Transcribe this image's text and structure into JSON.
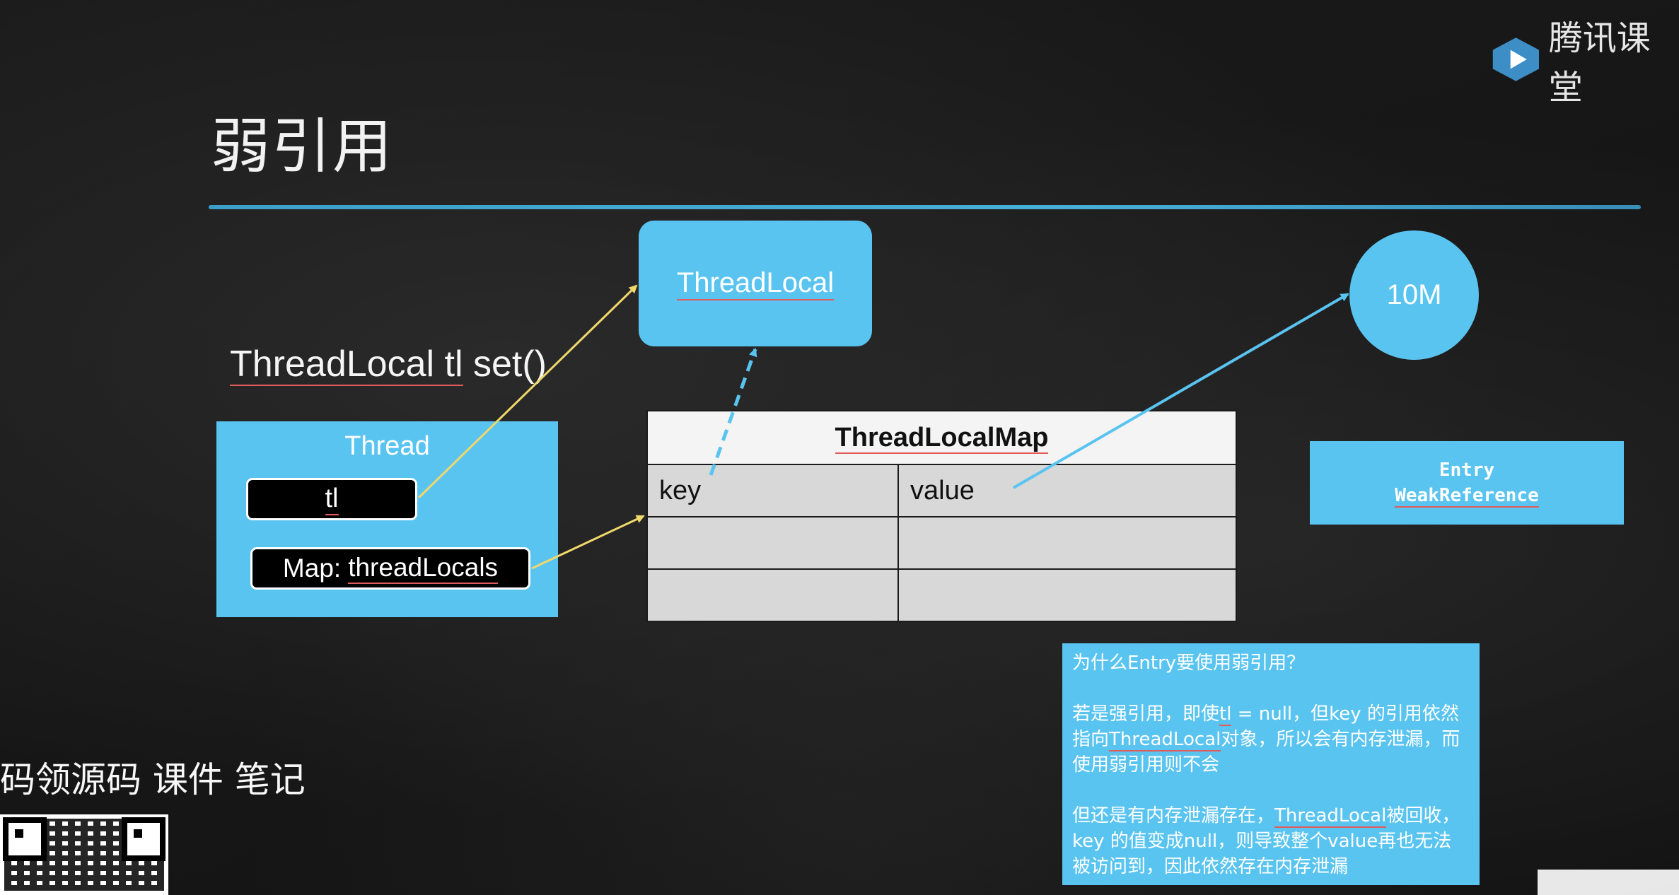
{
  "slide": {
    "title": "弱引用",
    "set_label_pre": "ThreadLocal tl",
    "set_label_post": " set()"
  },
  "brand": {
    "name": "腾讯课堂",
    "icon": "tencent-classroom-logo-icon"
  },
  "diagram": {
    "threadlocal_box": "ThreadLocal",
    "thread_box": {
      "title": "Thread",
      "tl_field": "tl",
      "map_field_label": "Map:",
      "map_field_name": "threadLocals"
    },
    "threadlocalmap": {
      "title": "ThreadLocalMap",
      "columns": [
        "key",
        "value"
      ]
    },
    "value_circle": "10M",
    "entry_box": {
      "line1": "Entry",
      "line2": "WeakReference"
    }
  },
  "note": {
    "question": "为什么Entry要使用弱引用？",
    "para1_a": "若是强引用，即使",
    "para1_tl": "tl",
    "para1_b": " = null，但key 的引用依然指向",
    "para1_tl2": "ThreadLocal",
    "para1_c": "对象，所以会有内存泄漏，而使用弱引用则不会",
    "para2_a": "但还是有内存泄漏存在，",
    "para2_tl": "ThreadLocal",
    "para2_b": "被回收，key 的值变成null，则导致整个value再也无法被访问到，因此依然存在内存泄漏"
  },
  "promo": {
    "text": "码领源码 课件 笔记"
  },
  "colors": {
    "accent_blue": "#5ac4f0",
    "arrow_yellow": "#f0d86a",
    "arrow_blue": "#5ac4f0",
    "rule_blue": "#4bbbe8"
  }
}
